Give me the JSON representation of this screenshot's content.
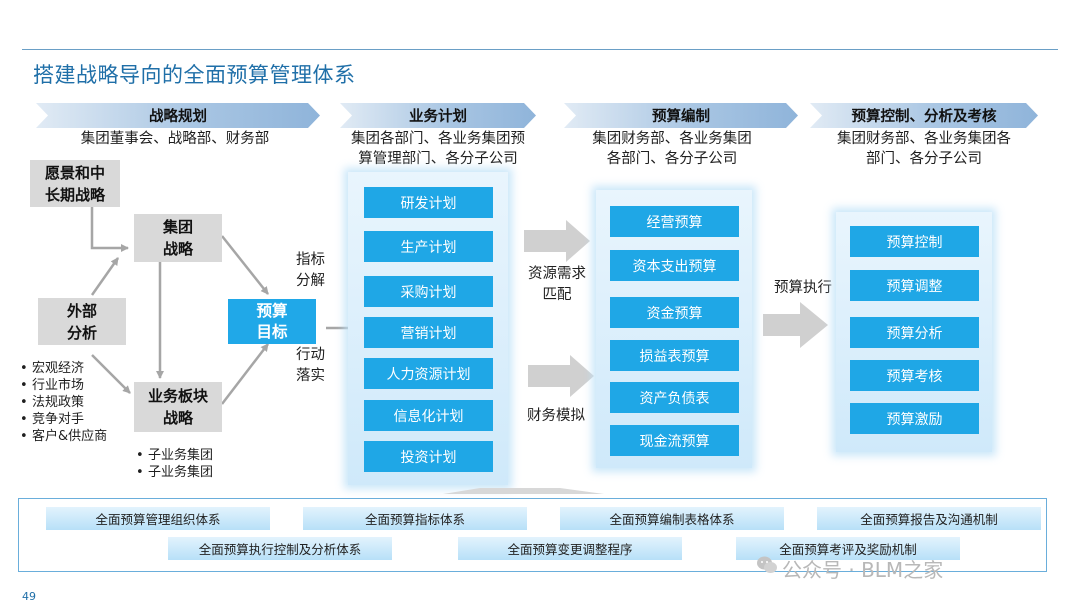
{
  "title": "搭建战略导向的全面预算管理体系",
  "phases": [
    {
      "label": "战略规划",
      "sub1": "集团董事会、战略部、财务部",
      "sub2": ""
    },
    {
      "label": "业务计划",
      "sub1": "集团各部门、各业务集团预",
      "sub2": "算管理部门、各分子公司"
    },
    {
      "label": "预算编制",
      "sub1": "集团财务部、各业务集团",
      "sub2": "各部门、各分子公司"
    },
    {
      "label": "预算控制、分析及考核",
      "sub1": "集团财务部、各业务集团各",
      "sub2": "部门、各分子公司"
    }
  ],
  "strategy": {
    "vision": {
      "line1": "愿景和中",
      "line2": "长期战略"
    },
    "group": {
      "line1": "集团",
      "line2": "战略"
    },
    "external": {
      "line1": "外部",
      "line2": "分析"
    },
    "segment": {
      "line1": "业务板块",
      "line2": "战略"
    },
    "target": {
      "line1": "预算",
      "line2": "目标"
    },
    "indicator": {
      "line1": "指标",
      "line2": "分解"
    },
    "action": {
      "line1": "行动",
      "line2": "落实"
    },
    "external_bullets": [
      "宏观经济",
      "行业市场",
      "法规政策",
      "竞争对手",
      "客户&供应商"
    ],
    "segment_bullets": [
      "子业务集团",
      "子业务集团"
    ]
  },
  "business_plans": [
    "研发计划",
    "生产计划",
    "采购计划",
    "营销计划",
    "人力资源计划",
    "信息化计划",
    "投资计划"
  ],
  "budgets": [
    "经营预算",
    "资本支出预算",
    "资金预算",
    "损益表预算",
    "资产负债表",
    "现金流预算"
  ],
  "controls": [
    "预算控制",
    "预算调整",
    "预算分析",
    "预算考核",
    "预算激励"
  ],
  "arrow_labels": {
    "resource": {
      "line1": "资源需求",
      "line2": "匹配"
    },
    "finance": "财务模拟",
    "execution": "预算执行"
  },
  "foundation_row1": [
    "全面预算管理组织体系",
    "全面预算指标体系",
    "全面预算编制表格体系",
    "全面预算报告及沟通机制"
  ],
  "foundation_row2": [
    "全面预算执行控制及分析体系",
    "全面预算变更调整程序",
    "全面预算考评及奖励机制"
  ],
  "page_number": "49",
  "watermark": "公众号 · BLM之家",
  "colors": {
    "accent": "#1fa7e6",
    "title": "#1f6fa8",
    "gray_box": "#d9d9d9"
  }
}
